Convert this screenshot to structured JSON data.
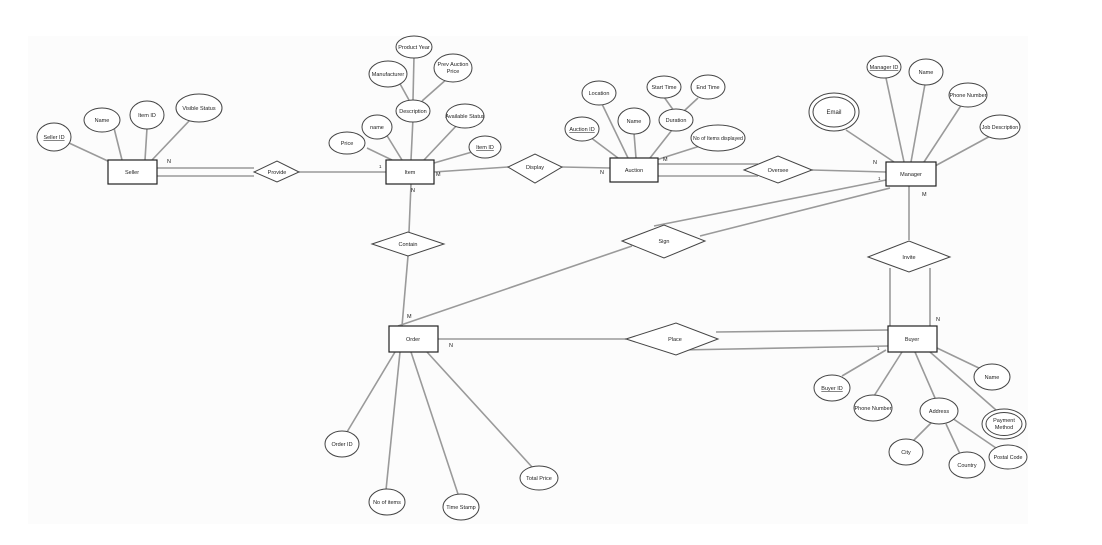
{
  "entities": {
    "seller": "Seller",
    "item": "Item",
    "auction": "Auction",
    "manager": "Manager",
    "order": "Order",
    "buyer": "Buyer"
  },
  "relationships": {
    "provide": "Provide",
    "display": "Display",
    "oversee": "Oversee",
    "contain": "Contain",
    "sign": "Sign",
    "invite": "Invite",
    "place": "Place"
  },
  "attributes": {
    "seller_id": "Seller ID",
    "seller_name": "Name",
    "seller_item_id": "Item ID",
    "seller_visible_status": "Visible Status",
    "item_price": "Price",
    "item_name": "name",
    "item_description": "Description",
    "item_manufacturer": "Manufacturer",
    "item_product_year": "Product Year",
    "item_prev_auction_price_1": "Prev Auction",
    "item_prev_auction_price_2": "Price",
    "item_available_status": "Available Status",
    "item_id": "Item ID",
    "auction_id": "Auction ID",
    "auction_location": "Location",
    "auction_name": "Name",
    "auction_duration": "Duration",
    "auction_start_time": "Start Time",
    "auction_end_time": "End Time",
    "auction_no_items_displayed": "No of Items displayed",
    "manager_email": "Email",
    "manager_id": "Manager ID",
    "manager_name": "Name",
    "manager_phone": "Phone Number",
    "manager_job_description": "Job Description",
    "order_id": "Order ID",
    "order_no_items": "No of items",
    "order_time_stamp": "Time Stamp",
    "order_total_price": "Total Price",
    "buyer_id": "Buyer ID",
    "buyer_phone": "Phone Number",
    "buyer_address": "Address",
    "buyer_city": "City",
    "buyer_country": "Country",
    "buyer_postal_code": "Postal Code",
    "buyer_name": "Name",
    "buyer_payment_method_1": "Payment",
    "buyer_payment_method_2": "Method"
  },
  "cardinalities": {
    "seller_provide": "N",
    "provide_item": "1",
    "item_display": "M",
    "display_auction": "N",
    "auction_oversee": "M",
    "oversee_manager": "N",
    "manager_sign": "1",
    "manager_invite": "M",
    "item_contain": "N",
    "contain_order": "M",
    "invite_buyer": "N",
    "order_place": "N",
    "place_buyer": "1"
  }
}
